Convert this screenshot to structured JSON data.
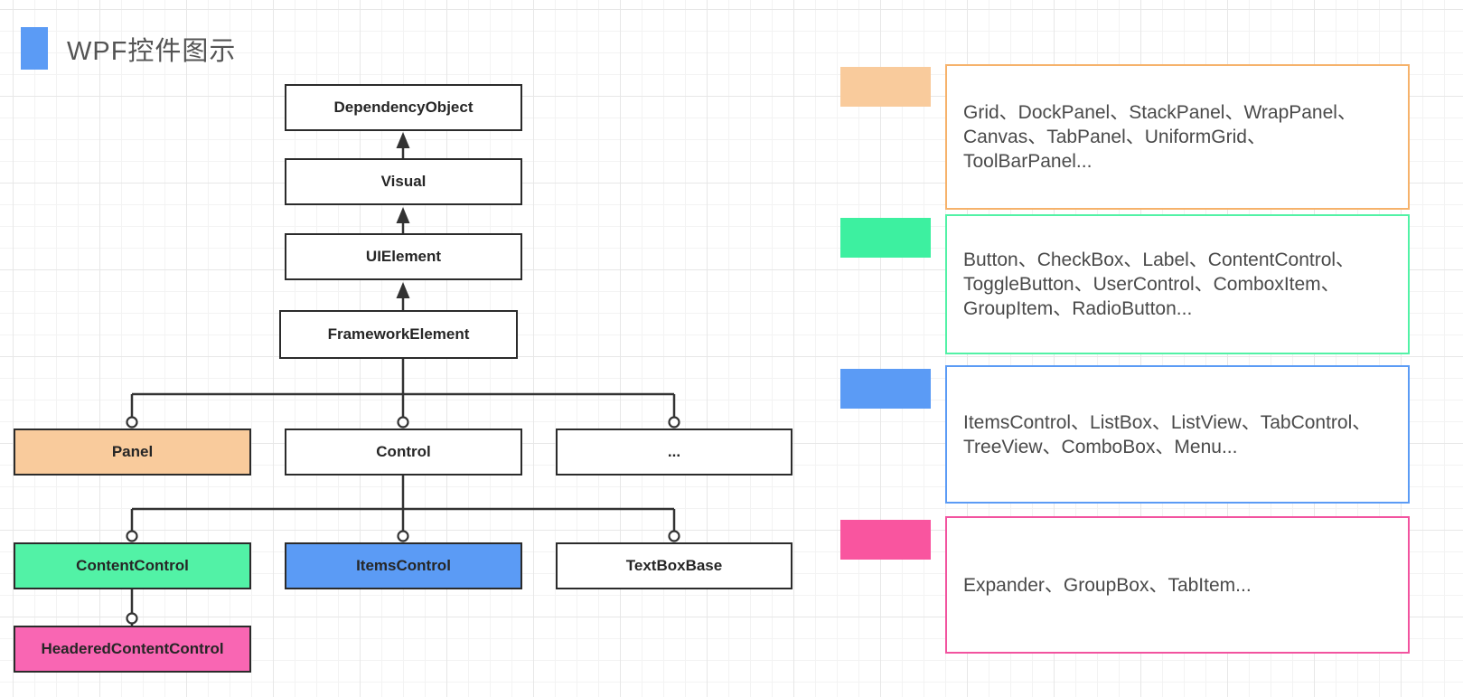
{
  "title": {
    "text": "WPF控件图示",
    "icon_color": "#5B9BF5"
  },
  "flowchart": {
    "nodes": {
      "dependency_object": {
        "label": "DependencyObject",
        "fill": "#FFFFFF"
      },
      "visual": {
        "label": "Visual",
        "fill": "#FFFFFF"
      },
      "ui_element": {
        "label": "UIElement",
        "fill": "#FFFFFF"
      },
      "framework_element": {
        "label": "FrameworkElement",
        "fill": "#FFFFFF"
      },
      "panel": {
        "label": "Panel",
        "fill": "#F9CB9C"
      },
      "control": {
        "label": "Control",
        "fill": "#FFFFFF"
      },
      "ellipsis": {
        "label": "...",
        "fill": "#FFFFFF"
      },
      "content_control": {
        "label": "ContentControl",
        "fill": "#52F2A6"
      },
      "items_control": {
        "label": "ItemsControl",
        "fill": "#5B9BF5"
      },
      "text_box_base": {
        "label": "TextBoxBase",
        "fill": "#FFFFFF"
      },
      "headered_content_control": {
        "label": "HeaderedContentControl",
        "fill": "#F966B3"
      }
    }
  },
  "legend": {
    "panel_group": {
      "swatch_color": "#F9CB9C",
      "border_color": "#F6B26B",
      "items": "Grid、DockPanel、StackPanel、WrapPanel、Canvas、TabPanel、UniformGrid、ToolBarPanel..."
    },
    "content_group": {
      "swatch_color": "#3DF0A0",
      "border_color": "#52F2A6",
      "items": "Button、CheckBox、Label、ContentControl、ToggleButton、UserControl、ComboxItem、GroupItem、RadioButton..."
    },
    "items_group": {
      "swatch_color": "#5B9BF5",
      "border_color": "#5B9BF5",
      "items": "ItemsControl、ListBox、ListView、TabControl、TreeView、ComboBox、Menu..."
    },
    "headered_group": {
      "swatch_color": "#F9559F",
      "border_color": "#F2539F",
      "items": "Expander、GroupBox、TabItem..."
    }
  }
}
